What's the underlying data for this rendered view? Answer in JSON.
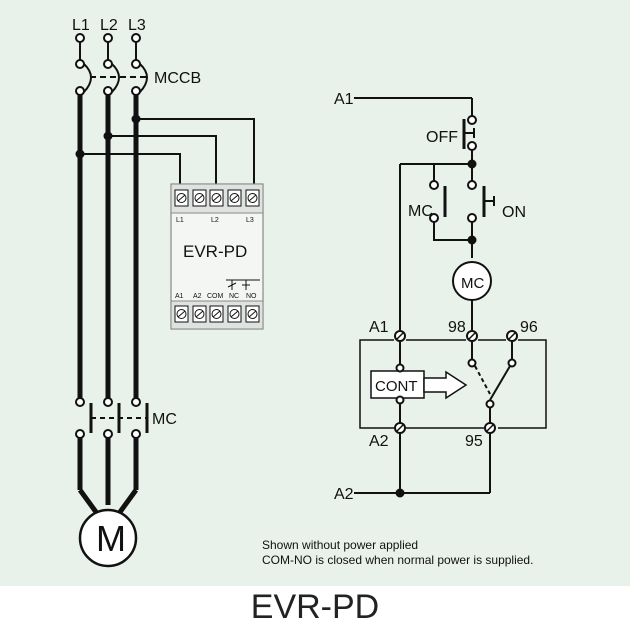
{
  "power_lines": [
    "L1",
    "L2",
    "L3"
  ],
  "breaker_label": "MCCB",
  "relay": {
    "name": "EVR-PD",
    "top_terminals": [
      "L1",
      "L2",
      "L3"
    ],
    "bottom_terminals": [
      "A1",
      "A2",
      "COM",
      "NC",
      "NO"
    ]
  },
  "contactor_label": "MC",
  "motor_label": "M",
  "control": {
    "a1_line": "A1",
    "a2_line": "A2",
    "off_label": "OFF",
    "on_label": "ON",
    "mc_aux_label": "MC",
    "coil_label": "MC",
    "terminal_a1": "A1",
    "terminal_a2": "A2",
    "terminal_98": "98",
    "terminal_96": "96",
    "terminal_95": "95",
    "cont_label": "CONT"
  },
  "notes": {
    "line1": "Shown without power applied",
    "line2": "COM-NO is closed when normal power is supplied."
  },
  "footer_title": "EVR-PD"
}
